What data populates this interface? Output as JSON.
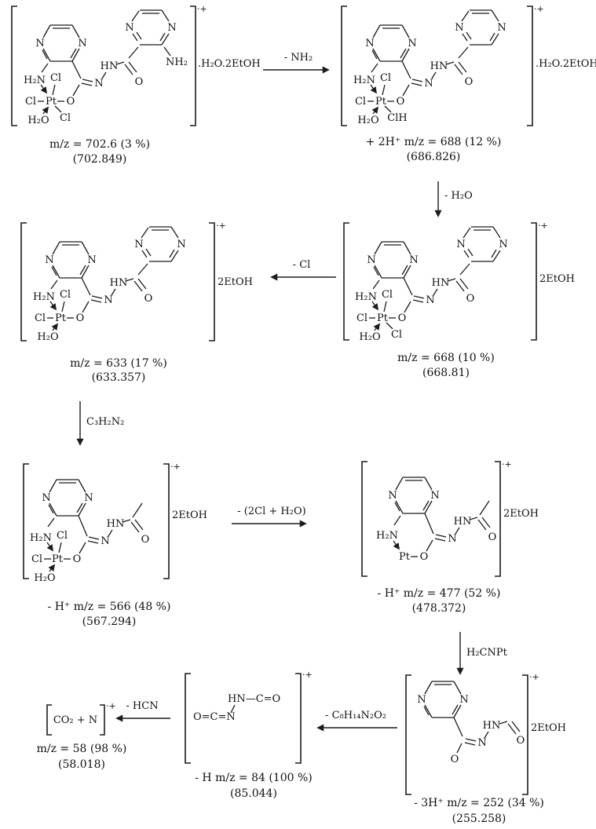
{
  "page": {
    "background": "#ffffff",
    "ink": "#1c1c1c"
  },
  "charge_radical_cation": "·+",
  "atoms": {
    "n": "N",
    "hn": "HN",
    "h2n": "H₂N",
    "nh2": "NH₂",
    "cl": "Cl",
    "clh": "ClH",
    "pt": "Pt",
    "o": "O",
    "h2o": "H₂O",
    "ocn_chain": "O=C=N",
    "hnco_chain": "HN—C=O",
    "co2_n": "CO₂ + N"
  },
  "solvates": {
    "hydrate_etoh": ".H₂O.2EtOH",
    "two_etoh": "2EtOH"
  },
  "molecules": {
    "m702": {
      "mass_line": "m/z = 702.6 (3 %)",
      "calc_line": "(702.849)"
    },
    "m688": {
      "mass_line": "+ 2H⁺ m/z = 688 (12 %)",
      "calc_line": "(686.826)"
    },
    "m668": {
      "mass_line": "m/z = 668 (10 %)",
      "calc_line": "(668.81)"
    },
    "m633": {
      "mass_line": "m/z = 633 (17 %)",
      "calc_line": "(633.357)"
    },
    "m566": {
      "mass_line": "- H⁺ m/z = 566 (48 %)",
      "calc_line": "(567.294)"
    },
    "m477": {
      "mass_line": "- H⁺ m/z = 477 (52 %)",
      "calc_line": "(478.372)"
    },
    "m252": {
      "mass_line": "- 3H⁺ m/z = 252 (34 %)",
      "calc_line": "(255.258)"
    },
    "m84": {
      "mass_line": "- H m/z = 84 (100 %)",
      "calc_line": "(85.044)"
    },
    "m58": {
      "mass_line": "m/z = 58 (98 %)",
      "calc_line": "(58.018)"
    }
  },
  "arrows": {
    "minus_nh2": "- NH₂",
    "minus_h2o": "- H₂O",
    "minus_cl": "- Cl",
    "c3h2n2": "C₃H₂N₂",
    "minus_2cl_h2o": "- (2Cl + H₂O)",
    "h2cnpt": "H₂CNPt",
    "minus_c8h14n2o2": "- C₈H₁₄N₂O₂",
    "minus_hcn": "- HCN"
  }
}
